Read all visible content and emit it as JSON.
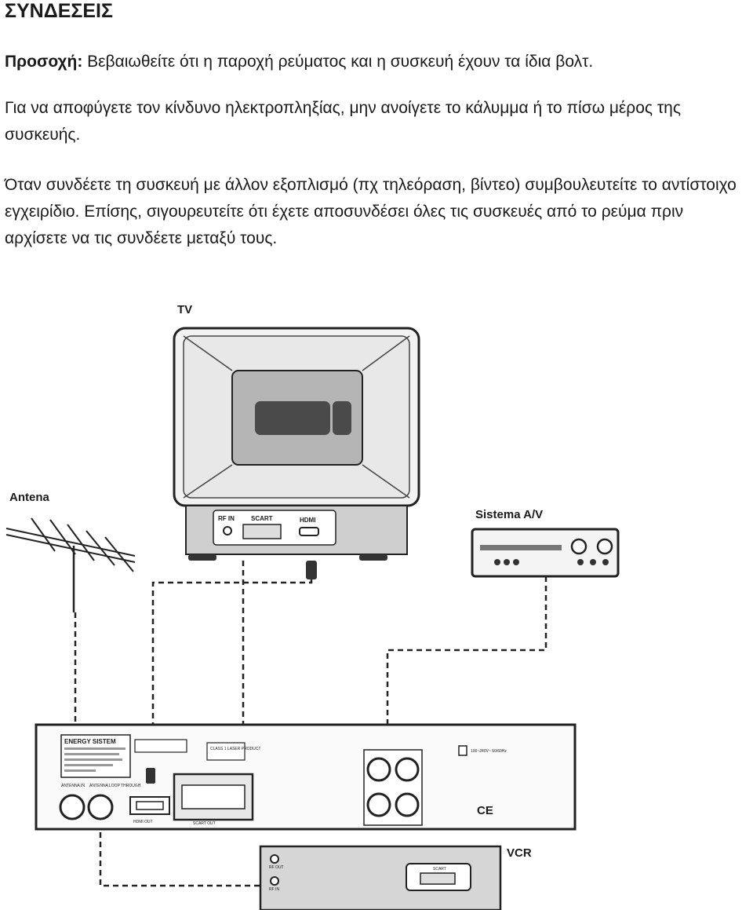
{
  "heading": "ΣΥΝΔΕΣΕΙΣ",
  "caution": {
    "label": "Προσοχή:",
    "text": " Βεβαιωθείτε ότι η παροχή ρεύματος και η συσκευή έχουν τα ίδια βολτ."
  },
  "paragraph_shock": "Για να αποφύγετε τον κίνδυνο ηλεκτροπληξίας, μην ανοίγετε το κάλυμμα ή το πίσω μέρος της συσκευής.",
  "paragraph_connect": "Όταν συνδέετε τη συσκευή με άλλον εξοπλισμό (πχ τηλεόραση, βίντεο) συμβουλευτείτε το αντίστοιχο εγχειρίδιο. Επίσης, σιγουρευτείτε ότι έχετε αποσυνδέσει όλες τις συσκευές από το ρεύμα πριν αρχίσετε να τις συνδέετε μεταξύ τους.",
  "diagram": {
    "tv_label": "TV",
    "antenna_label": "Antena",
    "av_system_label": "Sistema A/V",
    "vcr_label": "VCR",
    "tv_ports": {
      "rf_in": "RF IN",
      "scart": "SCART",
      "hdmi": "HDMI"
    },
    "receiver": {
      "brand": "ENERGY SISTEM",
      "connector_labels": [
        "ANTENNA IN",
        "ANTENNA LOOP THROUGH",
        "HDMI OUT",
        "SCART OUT"
      ],
      "laser_label": "CLASS 1 LASER PRODUCT",
      "power_label": "100~240V~ 50/60Hz",
      "marks": "CE"
    },
    "vcr_ports": {
      "rf_out": "RF OUT",
      "rf_in": "RF IN",
      "scart": "SCART"
    }
  }
}
